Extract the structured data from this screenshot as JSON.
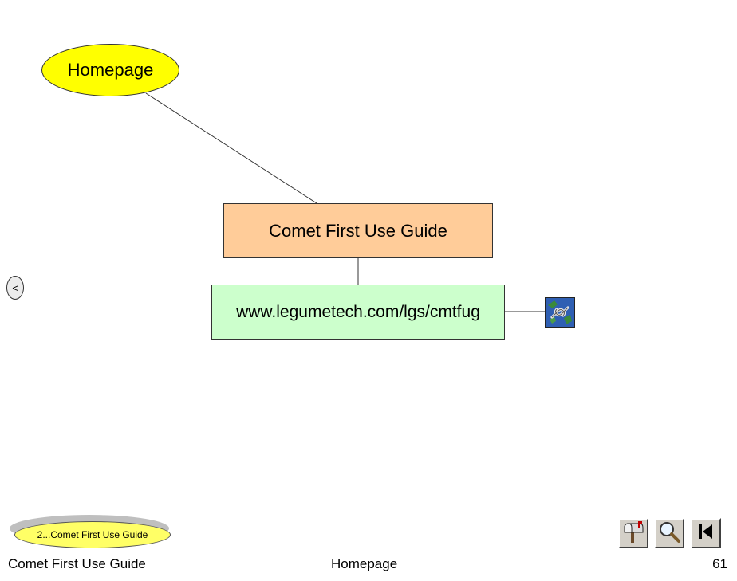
{
  "nodes": {
    "homepage": "Homepage",
    "title": "Comet First Use Guide",
    "url": "www.legumetech.com/lgs/cmtfug"
  },
  "nav": {
    "back_label": "<",
    "breadcrumb": "2...Comet First Use Guide"
  },
  "toolbar": {
    "mail_icon": "mailbox-icon",
    "search_icon": "magnifier-icon",
    "first_icon": "skip-to-start-icon"
  },
  "footer": {
    "left": "Comet First Use Guide",
    "center": "Homepage",
    "page_number": "61"
  },
  "colors": {
    "homepage_node": "#ffff00",
    "title_node": "#ffcc99",
    "url_node": "#ccffcc",
    "breadcrumb": "#ffff66"
  }
}
